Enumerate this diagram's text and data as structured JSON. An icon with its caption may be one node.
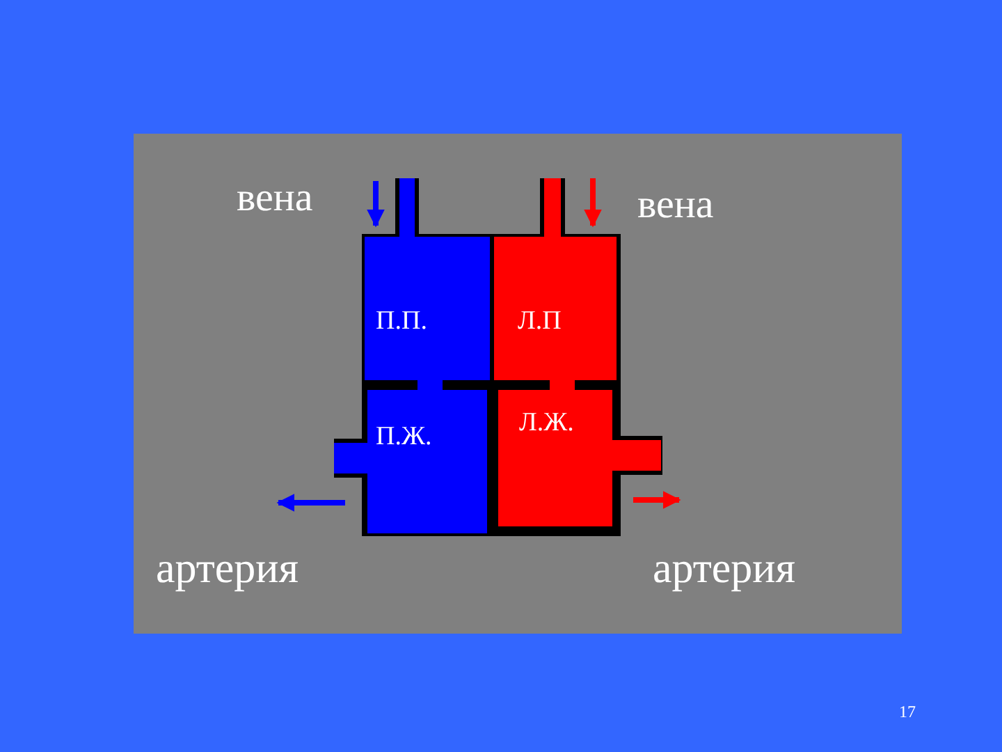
{
  "diagram": {
    "nodes": [
      {
        "text": [
          "П.П."
        ]
      },
      {
        "text": [
          "Л.П"
        ]
      },
      {
        "text": [
          "П.Ж."
        ]
      },
      {
        "text": [
          "Л.Ж."
        ]
      }
    ],
    "labels": [
      "вена",
      "вена",
      "артерия",
      "артерия",
      "17"
    ]
  }
}
